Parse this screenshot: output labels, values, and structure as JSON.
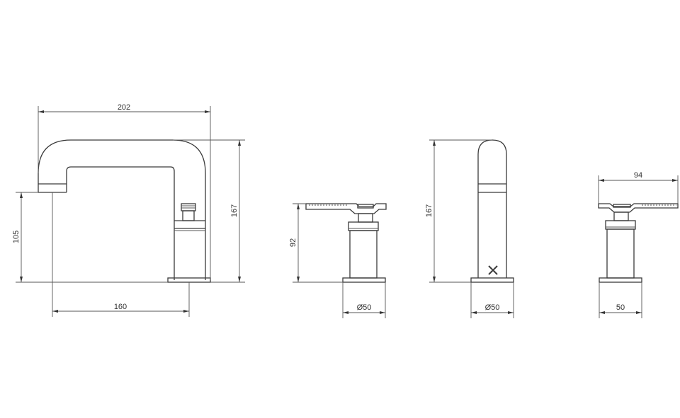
{
  "drawing": {
    "title": "Three-hole basin mixer technical drawing",
    "stroke_color": "#3a3a3a",
    "background": "#ffffff",
    "views": [
      {
        "name": "spout-side-view",
        "dimensions": {
          "overall_width": "202",
          "overall_height": "167",
          "outlet_height": "105",
          "projection": "160"
        }
      },
      {
        "name": "handle-side-view",
        "dimensions": {
          "height": "92",
          "base_diameter": "Ø50"
        }
      },
      {
        "name": "spout-front-view",
        "dimensions": {
          "height": "167",
          "base_diameter": "Ø50"
        }
      },
      {
        "name": "handle-front-view",
        "dimensions": {
          "lever_length": "94",
          "base_width": "50"
        }
      }
    ]
  }
}
